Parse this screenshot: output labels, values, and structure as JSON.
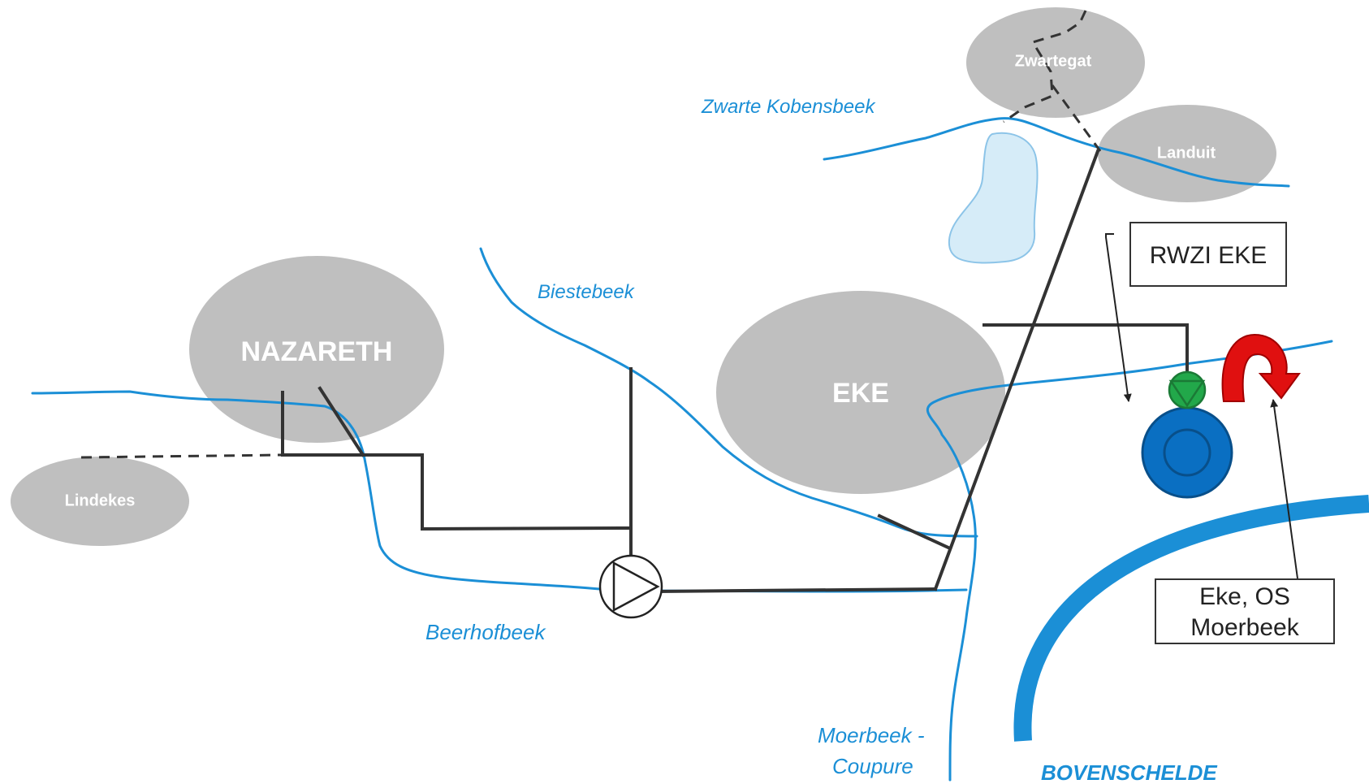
{
  "towns": {
    "nazareth": "NAZARETH",
    "eke": "EKE",
    "lindekes": "Lindekes",
    "zwartegat": "Zwartegat",
    "landuit": "Landuit"
  },
  "waterways": {
    "zwarte_kobensbeek": "Zwarte Kobensbeek",
    "biestebeek": "Biestebeek",
    "beerhofbeek": "Beerhofbeek",
    "moerbeek_line1": "Moerbeek -",
    "moerbeek_line2": "Coupure",
    "bovenschelde": "BOVENSCHELDE"
  },
  "boxes": {
    "rwzi": "RWZI EKE",
    "outlet_line1": "Eke, OS",
    "outlet_line2": "Moerbeek"
  },
  "colors": {
    "river": "#1b8fd6",
    "scheldt": "#1b8fd6",
    "town": "#bfbfbf",
    "pipe": "#333333",
    "pond": "#d6ecf8",
    "pump_green": "#22a84a",
    "wwtp_blue": "#0a6fc2",
    "curved_arrow": "#e01010"
  },
  "icons": {
    "pump": "pump-station-icon",
    "wwtp": "wastewater-treatment-icon",
    "curved_arrow": "overflow-arrow-icon"
  }
}
